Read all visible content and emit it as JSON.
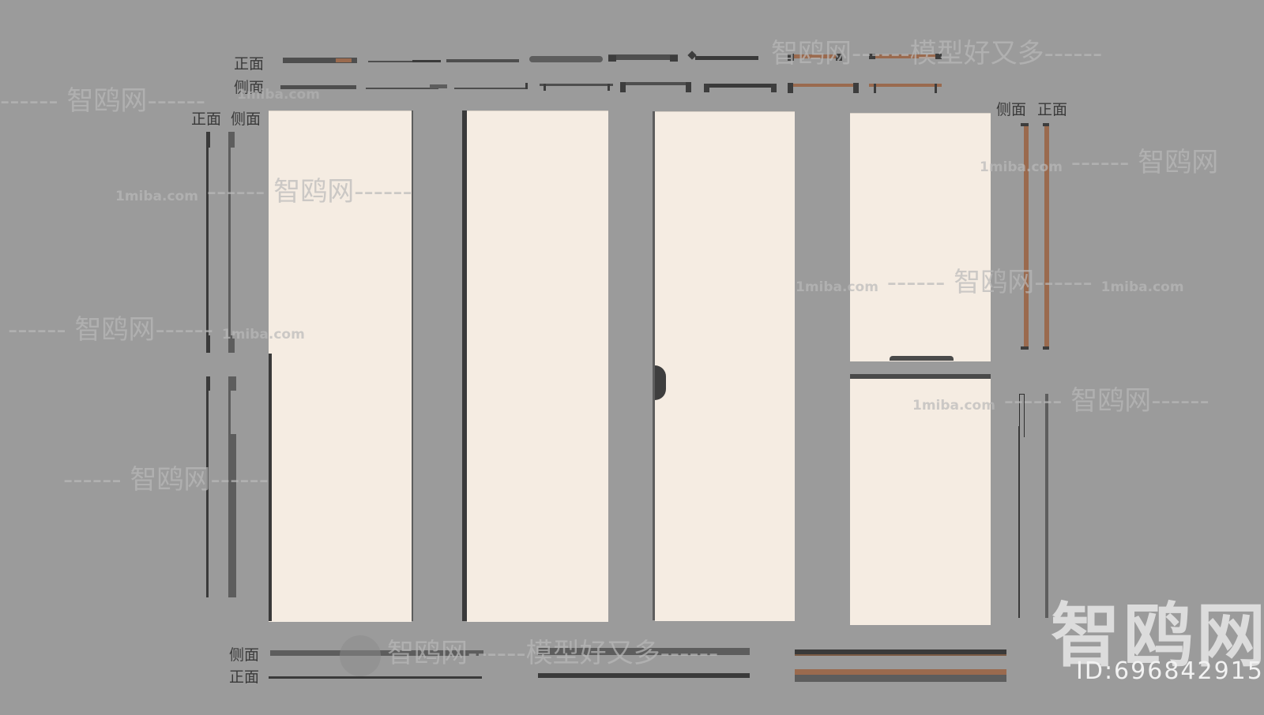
{
  "labels": {
    "top_front": "正面",
    "top_side": "侧面",
    "left_front": "正面",
    "left_side": "侧面",
    "right_side": "侧面",
    "right_front": "正面",
    "bottom_side": "侧面",
    "bottom_front": "正面"
  },
  "watermarks": {
    "brand": "智鸥网",
    "slogan": "模型好又多",
    "site": "1miba.com",
    "dashes": "------",
    "big_brand": "智鸥网",
    "id": "ID:696842915"
  },
  "panels": [
    {
      "name": "door-panel-1",
      "handle": "edge-profile-left"
    },
    {
      "name": "door-panel-2",
      "handle": "full-edge-profile"
    },
    {
      "name": "door-panel-3",
      "handle": "round-recessed-pull"
    },
    {
      "name": "door-panel-4-upper",
      "handle": "bottom-edge-pull"
    },
    {
      "name": "door-panel-4-lower",
      "handle": "top-edge-profile"
    }
  ],
  "handles": {
    "top_row_count": 8,
    "colors": {
      "metal": "#4e4e4e",
      "dark": "#3a3a3a",
      "wood": "#9a6a4e",
      "panel": "#f5ece2",
      "background": "#9b9b9b"
    }
  }
}
